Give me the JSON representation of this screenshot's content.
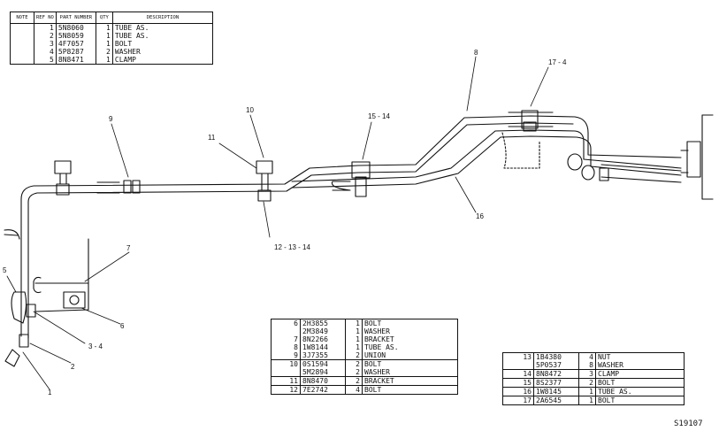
{
  "top_table": {
    "headers": {
      "note": "NOTE",
      "ref": "REF NO",
      "part": "PART NUMBER",
      "qty": "QTY",
      "desc": "DESCRIPTION"
    },
    "rows": [
      {
        "ref": "1",
        "part": "5N8060",
        "qty": "1",
        "desc": "TUBE AS."
      },
      {
        "ref": "2",
        "part": "5N8059",
        "qty": "1",
        "desc": "TUBE AS."
      },
      {
        "ref": "3",
        "part": "4F7057",
        "qty": "1",
        "desc": "BOLT"
      },
      {
        "ref": "4",
        "part": "5P8287",
        "qty": "2",
        "desc": "WASHER"
      },
      {
        "ref": "5",
        "part": "8N8471",
        "qty": "1",
        "desc": "CLAMP"
      }
    ]
  },
  "mid_table": {
    "rows": [
      {
        "ref": "6",
        "part": "2H3855",
        "qty": "1",
        "desc": "BOLT"
      },
      {
        "ref": "",
        "part": "2M3849",
        "qty": "1",
        "desc": "WASHER"
      },
      {
        "ref": "7",
        "part": "8N2266",
        "qty": "1",
        "desc": "BRACKET"
      },
      {
        "ref": "8",
        "part": "1W8144",
        "qty": "1",
        "desc": "TUBE AS."
      },
      {
        "ref": "9",
        "part": "3J7355",
        "qty": "2",
        "desc": "UNION"
      },
      {
        "ref": "10",
        "part": "0S1594",
        "qty": "2",
        "desc": "BOLT"
      },
      {
        "ref": "",
        "part": "5M2894",
        "qty": "2",
        "desc": "WASHER"
      },
      {
        "ref": "11",
        "part": "8N8470",
        "qty": "2",
        "desc": "BRACKET"
      },
      {
        "ref": "12",
        "part": "7E2742",
        "qty": "4",
        "desc": "BOLT"
      }
    ]
  },
  "right_table": {
    "rows": [
      {
        "ref": "13",
        "part": "1B4380",
        "qty": "4",
        "desc": "NUT"
      },
      {
        "ref": "",
        "part": "5P0537",
        "qty": "8",
        "desc": "WASHER"
      },
      {
        "ref": "14",
        "part": "8N8472",
        "qty": "3",
        "desc": "CLAMP"
      },
      {
        "ref": "15",
        "part": "8S2377",
        "qty": "2",
        "desc": "BOLT"
      },
      {
        "ref": "16",
        "part": "1W8145",
        "qty": "1",
        "desc": "TUBE AS."
      },
      {
        "ref": "17",
        "part": "2A6545",
        "qty": "1",
        "desc": "BOLT"
      }
    ]
  },
  "callouts": {
    "c1": "1",
    "c2": "2",
    "c3_4": "3 - 4",
    "c5": "5",
    "c6": "6",
    "c7": "7",
    "c8": "8",
    "c9": "9",
    "c10": "10",
    "c11": "11",
    "c12_13_14": "12 - 13 - 14",
    "c15_14": "15 - 14",
    "c16": "16",
    "c17_4": "17 - 4"
  },
  "drawing_number": "S19107"
}
